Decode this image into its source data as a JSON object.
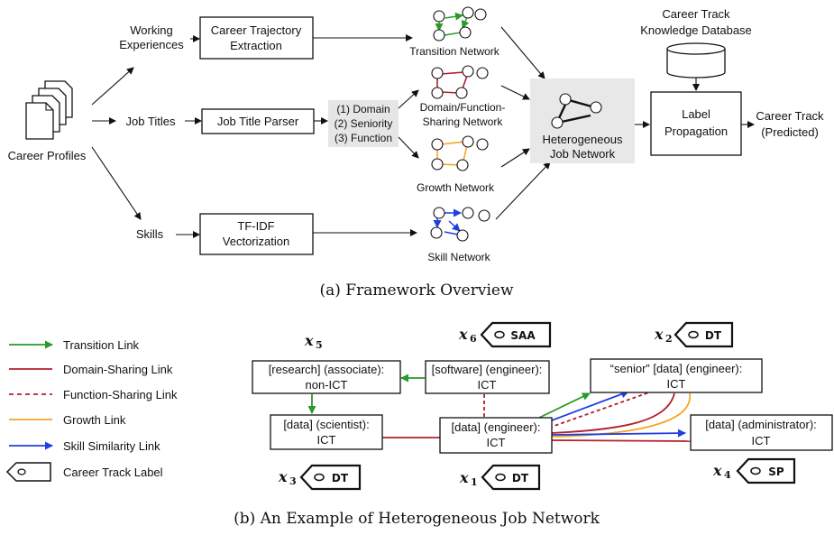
{
  "framework": {
    "inputs": {
      "career_profiles": "Career Profiles",
      "working_experiences": [
        "Working",
        "Experiences"
      ],
      "job_titles": "Job Titles",
      "skills": "Skills"
    },
    "processes": {
      "career_trajectory": [
        "Career Trajectory",
        "Extraction"
      ],
      "job_title_parser": "Job Title Parser",
      "tfidf": [
        "TF-IDF",
        "Vectorization"
      ],
      "label_propagation": [
        "Label",
        "Propagation"
      ]
    },
    "parser_outputs": [
      "(1) Domain",
      "(2) Seniority",
      "(3) Function"
    ],
    "networks": {
      "transition": "Transition Network",
      "domain_function": [
        "Domain/Function-",
        "Sharing Network"
      ],
      "growth": "Growth Network",
      "skill": "Skill Network",
      "heterogeneous": [
        "Heterogeneous",
        "Job Network"
      ]
    },
    "database": [
      "Career Track",
      "Knowledge Database"
    ],
    "output": [
      "Career Track",
      "(Predicted)"
    ],
    "caption": "(a) Framework Overview"
  },
  "legend": {
    "items": [
      {
        "label": "Transition Link",
        "color": "#2a9a2a",
        "style": "arrow"
      },
      {
        "label": "Domain-Sharing Link",
        "color": "#b0202e",
        "style": "solid"
      },
      {
        "label": "Function-Sharing Link",
        "color": "#b0202e",
        "style": "dotted"
      },
      {
        "label": "Growth Link",
        "color": "#f5a623",
        "style": "solid"
      },
      {
        "label": "Skill Similarity Link",
        "color": "#1f3fe0",
        "style": "arrow"
      },
      {
        "label": "Career Track Label",
        "color": "#111111",
        "style": "tag"
      }
    ]
  },
  "example": {
    "jobs": {
      "x5": [
        "[research] (associate):",
        "non-ICT"
      ],
      "x6": [
        "[software] (engineer):",
        "ICT"
      ],
      "x2": [
        "“senior” [data] (engineer):",
        "ICT"
      ],
      "x3": [
        "[data] (scientist):",
        "ICT"
      ],
      "x1": [
        "[data] (engineer):",
        "ICT"
      ],
      "x4": [
        "[data] (administrator):",
        "ICT"
      ]
    },
    "vars": {
      "x5": {
        "base": "x",
        "sub": "5"
      },
      "x6": {
        "base": "x",
        "sub": "6"
      },
      "x2": {
        "base": "x",
        "sub": "2"
      },
      "x3": {
        "base": "x",
        "sub": "3"
      },
      "x1": {
        "base": "x",
        "sub": "1"
      },
      "x4": {
        "base": "x",
        "sub": "4"
      }
    },
    "tags": {
      "x6": "SAA",
      "x2": "DT",
      "x3": "DT",
      "x1": "DT",
      "x4": "SP"
    },
    "caption": "(b) An Example of Heterogeneous Job Network"
  },
  "colors": {
    "transition": "#2a9a2a",
    "domain": "#b0202e",
    "growth": "#f5a623",
    "skill": "#1f3fe0",
    "highlight": "#e8e8e8"
  }
}
